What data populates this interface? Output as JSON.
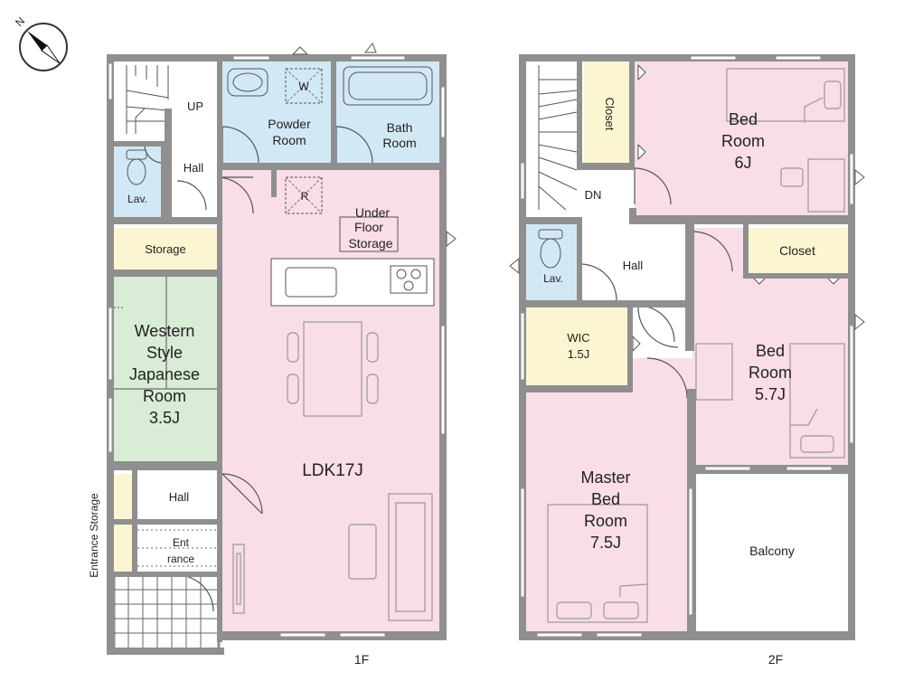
{
  "colors": {
    "pink": "#f9dde8",
    "blue": "#d2e9f5",
    "yellow": "#fbf5d1",
    "green": "#d9ecd6",
    "white": "#ffffff",
    "wall": "#8f8f8f"
  },
  "compass": {
    "north_label": "N"
  },
  "floor1": {
    "label": "1F",
    "rooms": {
      "stairs_up": "UP",
      "hall_top": "Hall",
      "lavatory": "Lav.",
      "powder_room": [
        "Powder",
        "Room"
      ],
      "washer": "W",
      "bath_room": [
        "Bath",
        "Room"
      ],
      "refrigerator": "R",
      "underfloor_storage": [
        "Under",
        "Floor",
        "Storage"
      ],
      "storage": "Storage",
      "japanese_room": [
        "Western",
        "Style",
        "Japanese",
        "Room",
        "3.5J"
      ],
      "ldk": "LDK17J",
      "hall_entrance": "Hall",
      "entrance": [
        "Ent",
        "rance"
      ],
      "entrance_storage": "Entrance Storage"
    }
  },
  "floor2": {
    "label": "2F",
    "rooms": {
      "stairs_down": "DN",
      "closet_left": "Closet",
      "bedroom_6j": [
        "Bed",
        "Room",
        "6J"
      ],
      "lavatory": "Lav.",
      "hall": "Hall",
      "closet_right": "Closet",
      "wic": [
        "WIC",
        "1.5J"
      ],
      "bedroom_57j": [
        "Bed",
        "Room",
        "5.7J"
      ],
      "master_bedroom": [
        "Master",
        "Bed",
        "Room",
        "7.5J"
      ],
      "balcony": "Balcony"
    }
  }
}
